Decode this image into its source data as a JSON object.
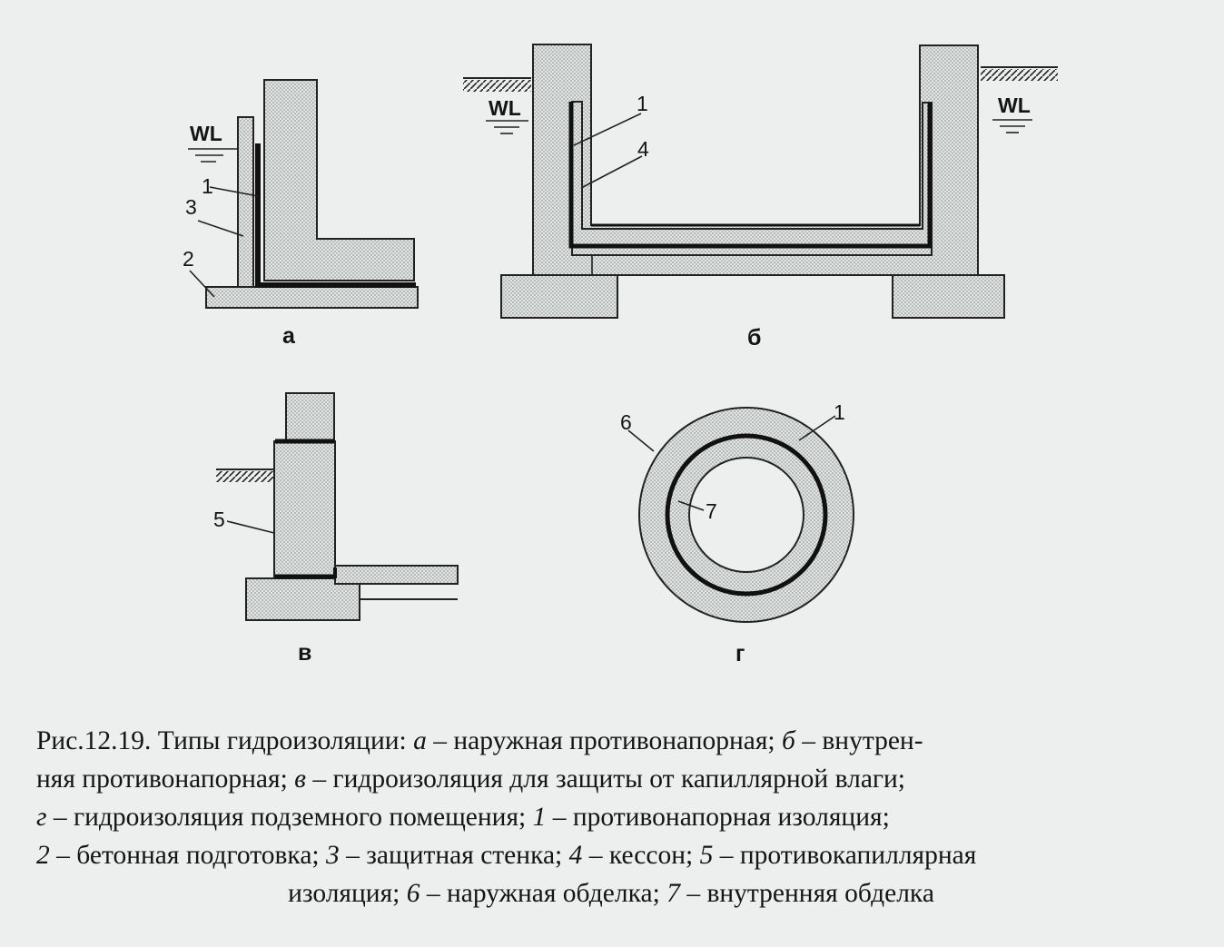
{
  "figure": {
    "panels": {
      "a": {
        "letter": "а",
        "wl": "WL",
        "callouts": [
          "1",
          "3",
          "2"
        ]
      },
      "b": {
        "letter": "б",
        "wl_left": "WL",
        "wl_right": "WL",
        "callouts": [
          "1",
          "4"
        ]
      },
      "v": {
        "letter": "в",
        "callouts": [
          "5"
        ]
      },
      "g": {
        "letter": "г",
        "callouts": [
          "6",
          "1",
          "7"
        ]
      }
    }
  },
  "caption": {
    "line1": [
      {
        "t": "Рис.12.19. Типы гидроизоляции: "
      },
      {
        "t": "а",
        "i": true
      },
      {
        "t": " – наружная противонапорная; "
      },
      {
        "t": "б",
        "i": true
      },
      {
        "t": " – внутрен-"
      }
    ],
    "line2": [
      {
        "t": "няя противонапорная; "
      },
      {
        "t": "в",
        "i": true
      },
      {
        "t": " – гидроизоляция для защиты от капиллярной влаги;"
      }
    ],
    "line3": [
      {
        "t": "г",
        "i": true
      },
      {
        "t": " – гидроизоляция подземного помещения; "
      },
      {
        "t": "1",
        "i": true
      },
      {
        "t": " – противонапорная изоляция;"
      }
    ],
    "line4": [
      {
        "t": "2",
        "i": true
      },
      {
        "t": " – бетонная подготовка; "
      },
      {
        "t": "3",
        "i": true
      },
      {
        "t": " – защитная стенка; "
      },
      {
        "t": "4",
        "i": true
      },
      {
        "t": " – кессон; "
      },
      {
        "t": "5",
        "i": true
      },
      {
        "t": " – противокапиллярная"
      }
    ],
    "line5": [
      {
        "t": "изоляция; "
      },
      {
        "t": "6",
        "i": true
      },
      {
        "t": " – наружная обделка; "
      },
      {
        "t": "7",
        "i": true
      },
      {
        "t": " – внутренняя обделка"
      }
    ]
  }
}
